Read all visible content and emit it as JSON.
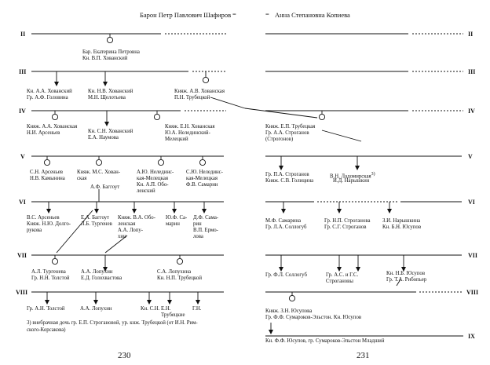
{
  "header": {
    "left": "Барон Петр Павлович Шафиров",
    "left_sym": "=",
    "right_sym": "=",
    "right": "Анна Степановна Копиева"
  },
  "generations": {
    "left": [
      "II",
      "III",
      "IV",
      "V",
      "VI",
      "VII",
      "VIII"
    ],
    "right": [
      "II",
      "III",
      "IV",
      "V",
      "VI",
      "VII",
      "VIII",
      "IX"
    ]
  },
  "persons": {
    "p_ekaterina": [
      "Бар. Екатерина Петровна",
      "Кн. В.П. Хованский"
    ],
    "p_aa_hov": [
      "Кн. А.А. Хованский",
      "Гр. А.Ф. Головина"
    ],
    "p_nv_hov": [
      "Кн. Н.В. Хованский",
      "М.Н. Щелотьева"
    ],
    "p_av_hov": [
      "Княж. А.В. Хованская",
      "П.Н. Трубецкой"
    ],
    "p_kaa": [
      "Княж. А.А. Хованская",
      "Н.И. Арсеньев"
    ],
    "p_sn_hov": [
      "Кн. С.Н. Хованский",
      "Е.А. Наумова"
    ],
    "p_en_hov": [
      "Княж. Е.Н. Хованская",
      "Ю.А. Нелединский-",
      "Мелецкий"
    ],
    "p_ep_trub": [
      "Княж. Е.П. Трубецкая",
      "Гр. А.А. Строганов",
      "(Строгонов)"
    ],
    "p_sn_ars": [
      "С.Н. Арсеньев",
      "Н.В. Камынина"
    ],
    "p_ms": [
      "Княж. М.С. Хован-",
      "ская"
    ],
    "p_baggout": [
      "А.Ф. Баггоут"
    ],
    "p_au_nel": [
      "А.Ю. Нелединс-",
      "кая-Мелецкая",
      "Кн. А.П. Обо-",
      "ленский"
    ],
    "p_su_nel": [
      "С.Ю. Нелединс-",
      "кая-Мелецкая",
      "Ф.В. Самарин"
    ],
    "p_pa_str": [
      "Гр. П.А. Строганов",
      "Княж. С.В. Голицина"
    ],
    "p_vn": [
      "В.Н. Ладомирская"
    ],
    "p_vn_sup": [
      "3)"
    ],
    "p_id": [
      "И.Д. Нарышкин"
    ],
    "p_vs": [
      "В.С. Арсеньев",
      "Княж. Н.Ю. Долго-",
      "рукова"
    ],
    "p_ea_bag": [
      "Е.А. Баггоут",
      "Л.Б. Тургенев"
    ],
    "p_va": [
      "Княж. В.А. Обо-",
      "ленская",
      "А.А. Лопу-",
      "хин"
    ],
    "p_uf": [
      "Ю.Ф. Са-",
      "марин"
    ],
    "p_df": [
      "Д.Ф. Сама-",
      "рин",
      "В.П. Ермо-",
      "лова"
    ],
    "p_mf": [
      "М.Ф. Самарина",
      "Гр. Л.А. Соллогуб"
    ],
    "p_np_str": [
      "Гр. Н.П. Строганова",
      "Гр. С.Г. Строганов"
    ],
    "p_zi": [
      "З.И. Нарышкина",
      "Кн. Б.Н. Юсупов"
    ],
    "p_al_turg": [
      "А.Л. Тургенева",
      "Гр. Н.Н. Толстой"
    ],
    "p_aa_lop": [
      "А.А. Лопухин",
      "Е.Д. Голохвастова"
    ],
    "p_sa_lop": [
      "С.А. Лопухина",
      "Кн. Н.П. Трубецкой"
    ],
    "p_fl": [
      "Гр. Ф.Л. Соллогуб"
    ],
    "p_ai": [
      "Гр. А.С. и Г.С.",
      "Строгановы"
    ],
    "p_nb_yus": [
      "Кн. Н.Б. Юсупов",
      "Гр. Т.А. Рибопьер"
    ],
    "p_an_tol": [
      "Гр. А.Н. Толстой"
    ],
    "p_aa_lop2": [
      "А.А. Лопухин"
    ],
    "p_sn_kn": [
      "Кн. С.Н."
    ],
    "p_en": [
      "Е.Н.",
      "Трубецкие"
    ],
    "p_gn": [
      "Г.Н."
    ],
    "p_zn": [
      "Княж. З.Н. Юсупова",
      "Гр. Ф.Ф. Сумароков-Эльстон. Кн. Юсупов"
    ],
    "p_ff": [
      "Кн. Ф.Ф. Юсупов, гр. Сумароков-Эльстон Младший"
    ]
  },
  "footnote": [
    "3) внебрачная дочь гр. Е.П. Строгановой, ур. кнж. Трубецкой (от И.Н. Рим-",
    "ского-Корсакова)"
  ],
  "pages": {
    "left": "230",
    "right": "231"
  }
}
